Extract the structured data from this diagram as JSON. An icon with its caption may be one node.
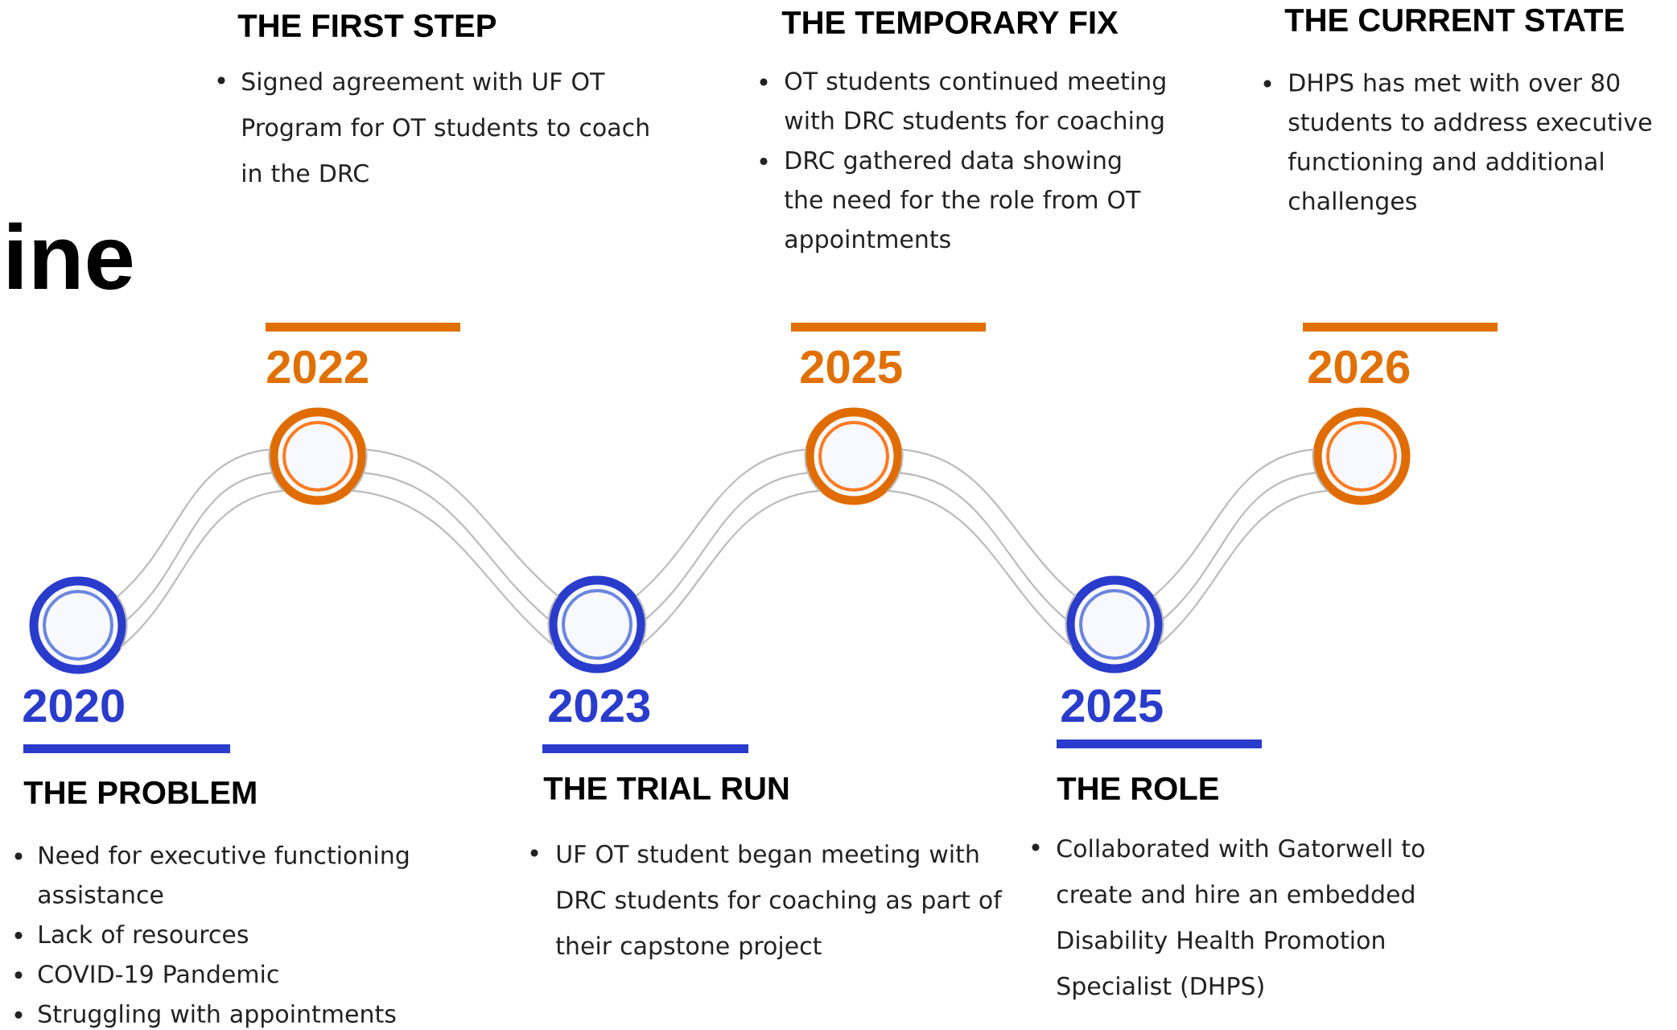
{
  "diagram": {
    "title": "ine",
    "nodes": [
      {
        "text": [],
        "shape": "circle",
        "beside": [
          "2020",
          "THE PROBLEM",
          "Need for executive functioning assistance",
          "Lack of resources",
          "COVID-19 Pandemic",
          "Struggling with appointments"
        ]
      },
      {
        "text": [],
        "shape": "circle",
        "beside": [
          "2022",
          "THE FIRST STEP",
          "Signed agreement with UF OT Program for OT students to coach in the DRC"
        ]
      },
      {
        "text": [],
        "shape": "circle",
        "beside": [
          "2023",
          "THE TRIAL RUN",
          "UF OT student began meeting with DRC students for coaching as part of their capstone project"
        ]
      },
      {
        "text": [],
        "shape": "circle",
        "beside": [
          "2025",
          "THE TEMPORARY FIX",
          "OT students continued meeting with DRC students for coaching",
          "DRC gathered data showing the need for the role from OT appointments"
        ]
      },
      {
        "text": [],
        "shape": "circle",
        "beside": [
          "2025",
          "THE ROLE",
          "Collaborated with Gatorwell to create and hire an embedded Disability Health Promotion Specialist (DHPS)"
        ]
      },
      {
        "text": [],
        "shape": "circle",
        "beside": [
          "2026",
          "THE CURRENT STATE",
          "DHPS has met with over 80 students to address executive functioning and additional challenges"
        ]
      }
    ],
    "edges": [
      {
        "from": 0,
        "to": 1,
        "arrow": "none"
      },
      {
        "from": 1,
        "to": 2,
        "arrow": "none"
      },
      {
        "from": 2,
        "to": 3,
        "arrow": "none"
      },
      {
        "from": 3,
        "to": 4,
        "arrow": "none"
      },
      {
        "from": 4,
        "to": 5,
        "arrow": "none"
      }
    ]
  }
}
